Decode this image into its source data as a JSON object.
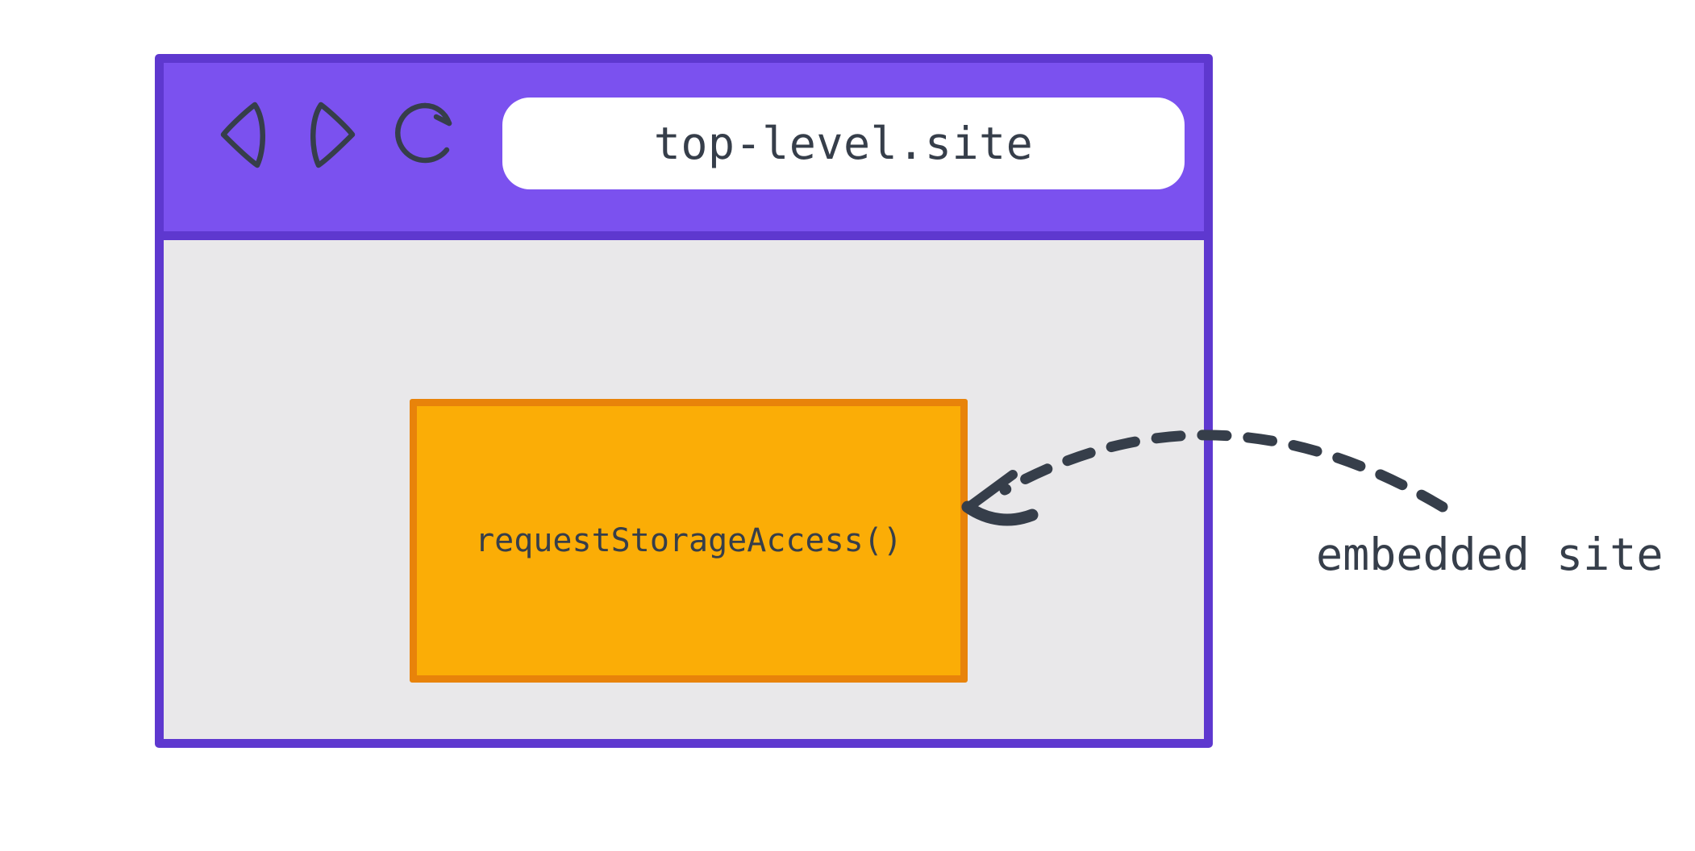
{
  "browser": {
    "toolbar": {
      "icons": [
        "back-icon",
        "forward-icon",
        "reload-icon"
      ],
      "address_bar": {
        "url": "top-level.site"
      }
    },
    "content": {
      "embedded_frame_label": "requestStorageAccess()"
    }
  },
  "annotation": {
    "embedded_site_label": "embedded site"
  },
  "colors": {
    "toolbar_purple": "#7b51ef",
    "window_border_purple": "#5e38cf",
    "viewport_gray": "#e9e8ea",
    "frame_orange": "#fbad06",
    "frame_border_orange": "#e8830a",
    "ink": "#363e4a",
    "address_bar_white": "#ffffff"
  }
}
